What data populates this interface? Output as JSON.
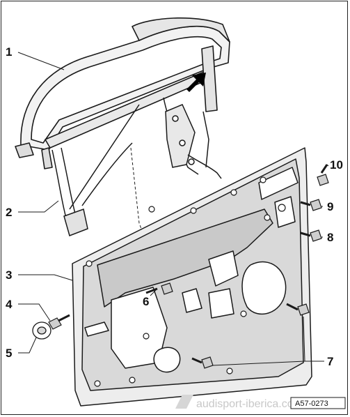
{
  "diagram": {
    "callouts": [
      {
        "id": "1",
        "label": "1"
      },
      {
        "id": "2",
        "label": "2"
      },
      {
        "id": "3",
        "label": "3"
      },
      {
        "id": "4",
        "label": "4"
      },
      {
        "id": "5",
        "label": "5"
      },
      {
        "id": "6",
        "label": "6"
      },
      {
        "id": "7",
        "label": "7"
      },
      {
        "id": "8",
        "label": "8"
      },
      {
        "id": "9",
        "label": "9"
      },
      {
        "id": "10",
        "label": "10"
      }
    ],
    "figure_code": "A57-0273",
    "watermark": "audisport-iberica.com",
    "colors": {
      "line": "#1a1a1a",
      "panel_fill": "#e3e3e3",
      "frame_fill": "#f2f2f2",
      "bolt_fill": "#cfcfcf",
      "arrow": "#000000"
    }
  }
}
